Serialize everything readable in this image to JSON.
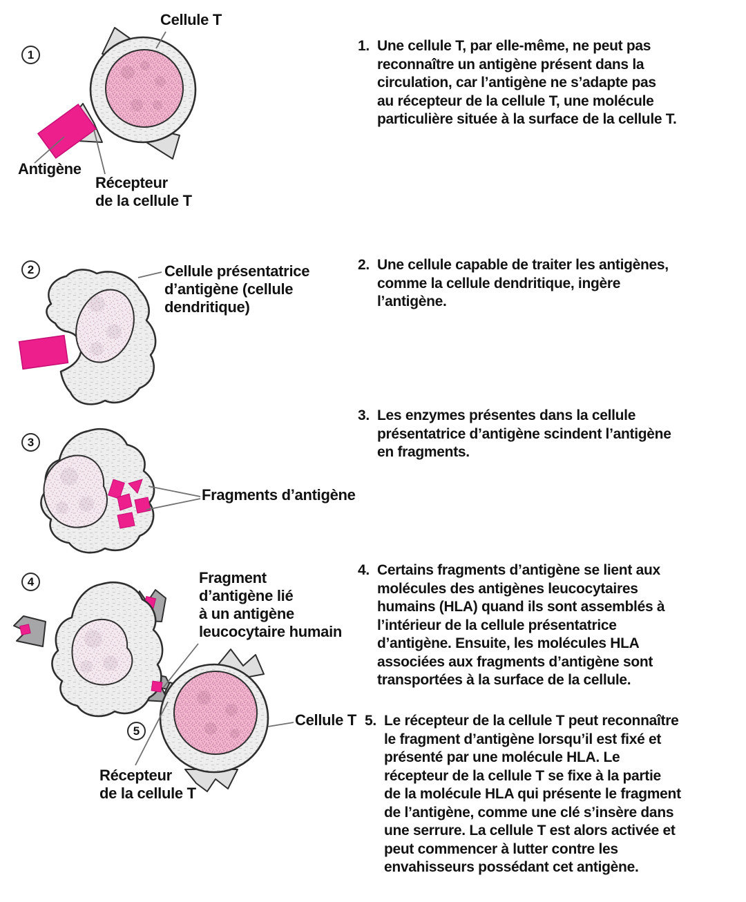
{
  "figure": {
    "language": "fr",
    "topic": "Reconnaissance de l'antigène par la cellule T",
    "colors": {
      "antigen_magenta": "#ec1f8d",
      "cytoplasm_gray": "#eeeeee",
      "nucleus_pink": "#f4b5cf",
      "nucleus_pale": "#f5e9f0",
      "hla_gray": "#a6a6a9",
      "outline": "#2e2e2e",
      "text": "#121212"
    },
    "labels": {
      "cellule_t_1": "Cellule T",
      "antigene": "Antigène",
      "recepteur_1": "Récepteur\nde la cellule T",
      "presentatrice": "Cellule présentatrice\nd’antigène (cellule\ndendritique)",
      "fragments": "Fragments d’antigène",
      "fragment_lie": "Fragment\nd’antigène lié\nà un antigène\nleucocytaire humain",
      "cellule_t_5": "Cellule T",
      "recepteur_5": "Récepteur\nde la cellule T"
    },
    "steps": [
      {
        "circle": "1",
        "num": "1.",
        "body": "Une cellule T, par elle-même, ne peut pas\nreconnaître un antigène présent dans la\ncirculation, car l’antigène ne s’adapte pas\nau récepteur de la cellule T, une molécule\nparticulière située à la surface de la cellule T."
      },
      {
        "circle": "2",
        "num": "2.",
        "body": "Une cellule capable de traiter les antigènes,\ncomme la cellule dendritique, ingère\nl’antigène."
      },
      {
        "circle": "3",
        "num": "3.",
        "body": "Les enzymes présentes dans la cellule\nprésentatrice d’antigène scindent l’antigène\nen fragments."
      },
      {
        "circle": "4",
        "num": "4.",
        "body": "Certains fragments d’antigène se lient aux\nmolécules des antigènes leucocytaires\nhumains (HLA) quand ils sont assemblés à\nl’intérieur de la cellule présentatrice\nd’antigène. Ensuite, les molécules HLA\nassociées aux fragments d’antigène sont\ntransportées à la surface de la cellule."
      },
      {
        "circle": "5",
        "num": "5.",
        "body": "Le récepteur de la cellule T peut reconnaître\nle fragment d’antigène lorsqu’il est fixé et\nprésenté par une molécule HLA. Le\nrécepteur de la cellule T se fixe à la partie\nde la molécule HLA qui présente le fragment\nde l’antigène, comme une clé s’insère dans\nune serrure. La cellule T est alors activée et\npeut commencer à lutter contre les\nenvahisseurs possédant cet antigène."
      }
    ]
  }
}
